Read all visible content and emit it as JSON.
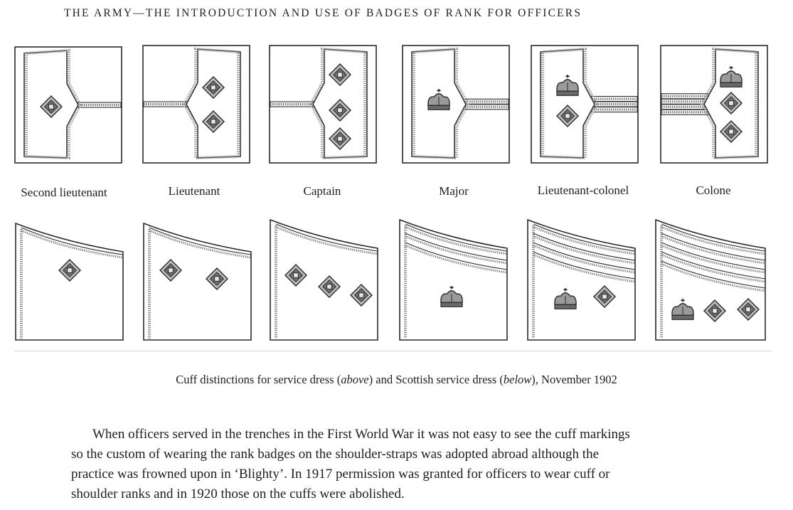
{
  "header": "THE ARMY—THE INTRODUCTION AND USE OF BADGES OF RANK FOR OFFICERS",
  "ranks": [
    {
      "label": "Second lieutenant",
      "stripes": 1,
      "stars": 1,
      "crown": false
    },
    {
      "label": "Lieutenant",
      "stripes": 1,
      "stars": 2,
      "crown": false
    },
    {
      "label": "Captain",
      "stripes": 1,
      "stars": 3,
      "crown": false
    },
    {
      "label": "Major",
      "stripes": 2,
      "stars": 0,
      "crown": true
    },
    {
      "label": "Lieutenant-colonel",
      "stripes": 3,
      "stars": 1,
      "crown": true
    },
    {
      "label": "Colone",
      "stripes": 4,
      "stars": 2,
      "crown": true
    }
  ],
  "caption": {
    "pre": "Cuff distinctions for service dress (",
    "above": "above",
    "mid": ") and Scottish service dress (",
    "below": "below",
    "post": "), November 1902"
  },
  "paragraph": [
    "When officers served in the trenches in the First World War it was not easy to see the cuff markings",
    "so the custom of wearing the rank badges on the shoulder-straps was adopted abroad although the",
    "practice was frowned upon in ‘Blighty’. In 1917 permission was granted for officers to wear cuff or",
    "shoulder ranks and in 1920 those on the cuffs were abolished."
  ]
}
